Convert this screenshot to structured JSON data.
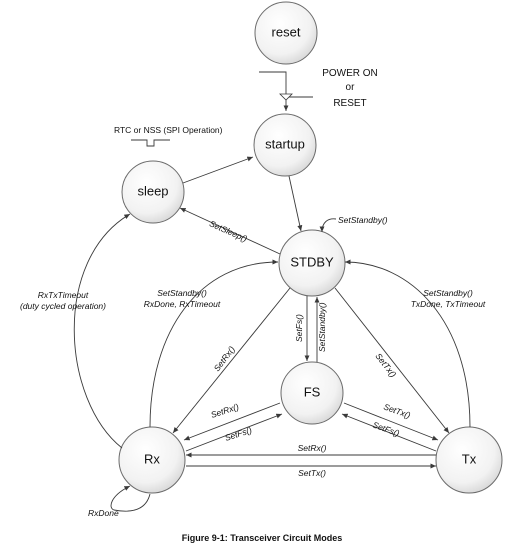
{
  "states": {
    "reset": "reset",
    "startup": "startup",
    "sleep": "sleep",
    "stdby": "STDBY",
    "fs": "FS",
    "rx": "Rx",
    "tx": "Tx"
  },
  "power_on": {
    "line1": "POWER ON",
    "line2": "or",
    "line3": "RESET"
  },
  "sleep_trigger": "RTC or NSS (SPI Operation)",
  "transitions": {
    "stdby_to_sleep": "SetSleep()",
    "self_stdby": "SetStandby()",
    "rx_to_sleep_line1": "RxTxTimeout",
    "rx_to_sleep_line2": "(duty cycled operation)",
    "rx_to_stdby_line1": "SetStandby()",
    "rx_to_stdby_line2": "RxDone, RxTimeout",
    "tx_to_stdby_line1": "SetStandby()",
    "tx_to_stdby_line2": "TxDone, TxTimeout",
    "stdby_to_fs": "SetFs()",
    "fs_to_stdby": "SetStandby()",
    "stdby_to_rx": "SetRx()",
    "stdby_to_tx": "SetTx()",
    "fs_to_rx": "SetRx()",
    "rx_to_fs": "SetFs()",
    "fs_to_tx": "SetTx()",
    "tx_to_fs": "SetFs()",
    "tx_to_rx": "SetRx()",
    "rx_to_tx": "SetTx()",
    "rx_self": "RxDone"
  },
  "caption": "Figure 9-1: Transceiver Circuit Modes"
}
